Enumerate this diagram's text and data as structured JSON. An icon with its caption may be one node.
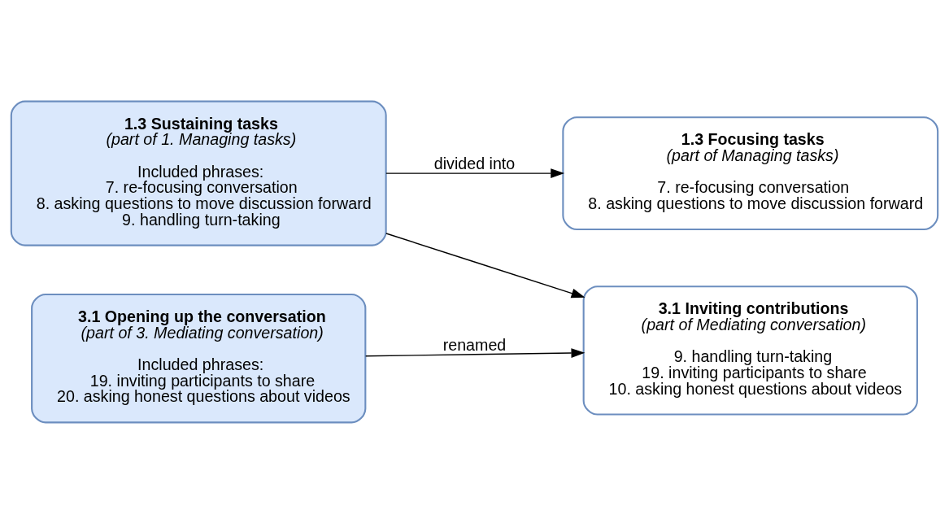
{
  "diagram": {
    "nodes": [
      {
        "text": [
          "1.3 Sustaining tasks",
          "(part of 1. Managing tasks)",
          "Included phrases:",
          "7. re-focusing conversation",
          "8. asking questions to move discussion forward",
          "9. handling turn-taking"
        ]
      },
      {
        "text": [
          "1.3 Focusing tasks",
          "(part of Managing tasks)",
          "7. re-focusing conversation",
          "8. asking questions to move discussion forward"
        ]
      },
      {
        "text": [
          "3.1 Opening up the conversation",
          "(part of 3. Mediating conversation)",
          "Included phrases:",
          "19. inviting participants to share",
          "20. asking honest questions about videos"
        ]
      },
      {
        "text": [
          "3.1 Inviting contributions",
          "(part of Mediating conversation)",
          "9. handling turn-taking",
          "19. inviting participants to share",
          "10. asking honest questions about videos"
        ]
      }
    ],
    "edges": [
      {
        "from": 0,
        "to": 1,
        "arrow": "to",
        "label": "divided into"
      },
      {
        "from": 0,
        "to": 3,
        "arrow": "to"
      },
      {
        "from": 2,
        "to": 3,
        "arrow": "to",
        "label": "renamed"
      }
    ]
  }
}
